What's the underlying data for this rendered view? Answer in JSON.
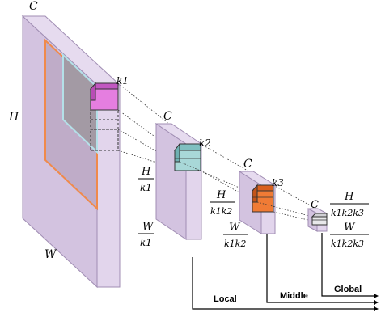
{
  "blocks": [
    {
      "channel": "C",
      "height": "H",
      "width": "W",
      "kernel": "k1"
    },
    {
      "channel": "C",
      "height_num": "H",
      "height_den": "k1",
      "width_num": "W",
      "width_den": "k1",
      "kernel": "k2"
    },
    {
      "channel": "C",
      "height_num": "H",
      "height_den": "k1k2",
      "width_num": "W",
      "width_den": "k1k2",
      "kernel": "k3"
    },
    {
      "channel": "C",
      "height_num": "H",
      "height_den": "k1k2k3",
      "width_num": "W",
      "width_den": "k1k2k3"
    }
  ],
  "scales": {
    "local": "Local",
    "middle": "Middle",
    "global": "Global"
  },
  "colors": {
    "block_face": "#ddd0e8",
    "block_edge": "#9a85ae",
    "region_outline": "#f08a4b",
    "inner_outline": "#a9dde6",
    "cube1": "#e57ee0",
    "cube2": "#a8d8d8",
    "cube3": "#f07b35",
    "cube4": "#e8e8ea"
  }
}
